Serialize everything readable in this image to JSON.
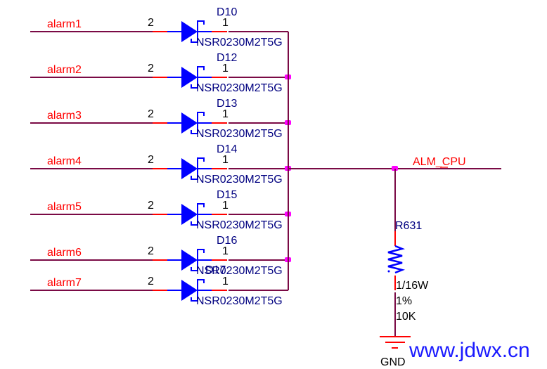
{
  "colors": {
    "wire": "#7a0a45",
    "pin": "#ff0000",
    "symbol": "#0000ff",
    "junction": "#ff00ff",
    "net_label": "#ff0000",
    "designator": "#000080",
    "watermark": "#1a1aff"
  },
  "diodes": [
    {
      "input_net": "alarm1",
      "ref": "D10",
      "part": "NSR0230M2T5G",
      "anode_pin": "2",
      "cathode_pin": "1",
      "junction": false
    },
    {
      "input_net": "alarm2",
      "ref": "D12",
      "part": "NSR0230M2T5G",
      "anode_pin": "2",
      "cathode_pin": "1",
      "junction": true
    },
    {
      "input_net": "alarm3",
      "ref": "D13",
      "part": "NSR0230M2T5G",
      "anode_pin": "2",
      "cathode_pin": "1",
      "junction": true
    },
    {
      "input_net": "alarm4",
      "ref": "D14",
      "part": "NSR0230M2T5G",
      "anode_pin": "2",
      "cathode_pin": "1",
      "junction": true
    },
    {
      "input_net": "alarm5",
      "ref": "D15",
      "part": "NSR0230M2T5G",
      "anode_pin": "2",
      "cathode_pin": "1",
      "junction": true
    },
    {
      "input_net": "alarm6",
      "ref": "D16",
      "part": "NSR0230M2T5G",
      "anode_pin": "2",
      "cathode_pin": "1",
      "junction": true
    },
    {
      "input_net": "alarm7",
      "ref": "D17",
      "part": "NSR0230M2T5G",
      "anode_pin": "2",
      "cathode_pin": "1",
      "junction": false
    }
  ],
  "output_net": "ALM_CPU",
  "resistor": {
    "ref": "R631",
    "power": "1/16W",
    "tolerance": "1%",
    "value": "10K"
  },
  "ground": {
    "label": "GND"
  },
  "watermark": "www.jdwx.cn"
}
